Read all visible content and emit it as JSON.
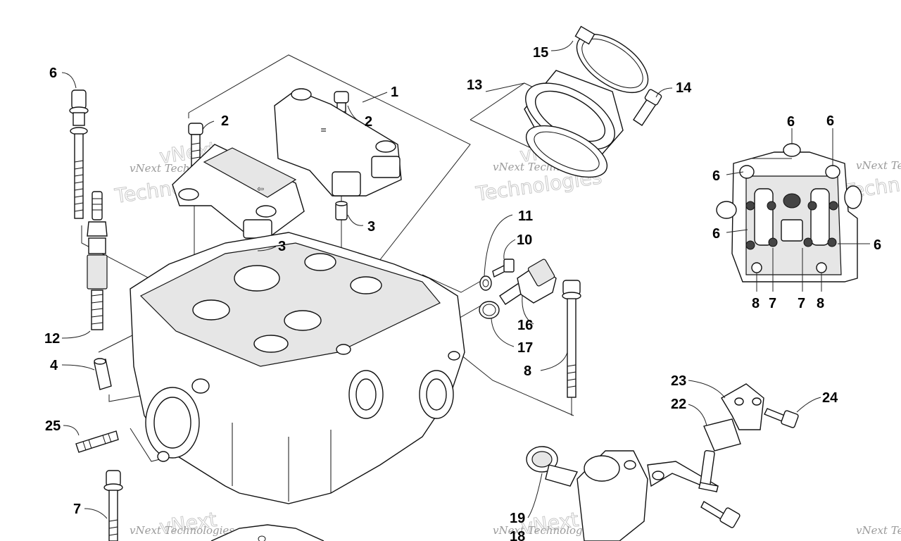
{
  "callouts": {
    "c1": "1",
    "c2a": "2",
    "c2b": "2",
    "c3a": "3",
    "c3b": "3",
    "c4": "4",
    "c6a": "6",
    "c6b": "6",
    "c6c": "6",
    "c6d": "6",
    "c6e": "6",
    "c6f": "6",
    "c7a": "7",
    "c7b": "7",
    "c7c": "7",
    "c8a": "8",
    "c8b": "8",
    "c8c": "8",
    "c10": "10",
    "c11": "11",
    "c12": "12",
    "c13": "13",
    "c14": "14",
    "c15": "15",
    "c16": "16",
    "c17": "17",
    "c19": "19",
    "c18": "18",
    "c22": "22",
    "c23": "23",
    "c24": "24",
    "c25": "25"
  },
  "watermark": {
    "line1": "vNext Technologies",
    "big": "Technologies",
    "small": "vNext",
    "partial_right": "vNext Te",
    "partial_right_big": "Techn"
  }
}
